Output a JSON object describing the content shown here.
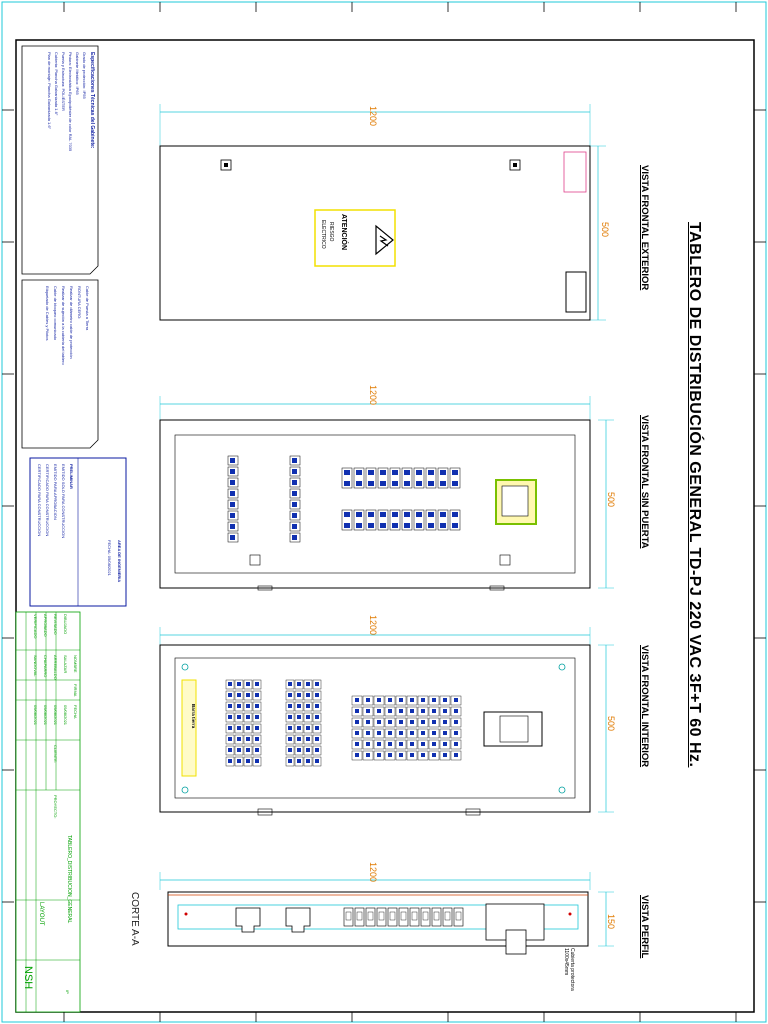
{
  "drawing": {
    "title": "TABLERO DE DISTRIBUCIÓN GENERAL TD-PJ 220 VAC 3F+T 60 Hz.",
    "views": [
      {
        "key": "exterior",
        "label": "VISTA FRONTAL EXTERIOR",
        "width_dim": "1200",
        "height_dim": "500"
      },
      {
        "key": "sin_puerta",
        "label": "VISTA FRONTAL SIN PUERTA",
        "width_dim": "1200",
        "height_dim": "500"
      },
      {
        "key": "interior",
        "label": "VISTA FRONTAL INTERIOR",
        "width_dim": "1200",
        "height_dim": "500"
      },
      {
        "key": "perfil",
        "label": "VISTA PERFIL",
        "width_dim": "1200",
        "height_dim": "150"
      }
    ],
    "section_label": "CORTE A-A",
    "warning_sign": {
      "word": "ATENCIÓN",
      "line1": "RIESGO",
      "line2": "ELECTRICO"
    },
    "busbar_label": "Barra tierra",
    "profile_note": "Cubierta protectora 1100x45mm"
  },
  "specs": {
    "title": "Especificaciones Técnicas del Gabinete:",
    "items": [
      "Grado de protección: IP55",
      "Gabinete Metálico: IP65",
      "Pintura: Electrostática Epoxipoliéster de color RAL 7035",
      "Puerta y Estructura: POLIÉSTER",
      "Cubierta: Plancha Galvanizada 1.6\"",
      "Plan de montaje: Plancha Galvanizada 1.6\""
    ]
  },
  "notes": {
    "items": [
      "Cable de Puesta a Tierra",
      "RONTURA CERO:",
      "Realizar de diámetro cable de protección",
      "Realizar de sujeción a la cubierta del tablero",
      "Cable de bloqueo comunicado",
      "Etiquetado de Cables y Pilotos"
    ]
  },
  "approval": {
    "area": "AREA DE INGENIERIA",
    "date": "FECHA: 09/08/2021",
    "header": "PRELIMINAR",
    "options": [
      {
        "label": "EMITIDO SOLO PARA CONSTRUCCION",
        "checked": false
      },
      {
        "label": "EMITIDO PARA APROBACION",
        "checked": true
      },
      {
        "label": "CERTIFICADO PARA CONSTRUCCION",
        "checked": false
      },
      {
        "label": "CERTIFICADO PARA CONSTRUCCION",
        "checked": false
      }
    ]
  },
  "title_block": {
    "rows": [
      [
        "DIBUJADO",
        "SALAZAR",
        "09/08/2021"
      ],
      [
        "REVISADO",
        "ARREBALDO",
        "09/08/2021"
      ],
      [
        "APROBADO",
        "CHAPARRO",
        "09/08/2021"
      ],
      [
        "VERIFICADO",
        "SANDOVAL",
        "09/08/2021"
      ]
    ],
    "cols": [
      "NOMBRE",
      "FIRMA",
      "FECHA"
    ],
    "client_label": "CLIENTE:",
    "project_label": "PROYECTO:",
    "project": "TABLERO_DISTRIBUCION_GENERAL",
    "layout_label": "LAYOUT",
    "code": "NSH",
    "rev": "IP"
  },
  "colors": {
    "frame": "#000000",
    "grid": "#00bcd4",
    "dimension": "#e07a00",
    "breaker_blue": "#1030b0",
    "spec_text": "#0a1aa0",
    "busbar_yellow": "#f2e000",
    "approval_green": "#00a000"
  }
}
